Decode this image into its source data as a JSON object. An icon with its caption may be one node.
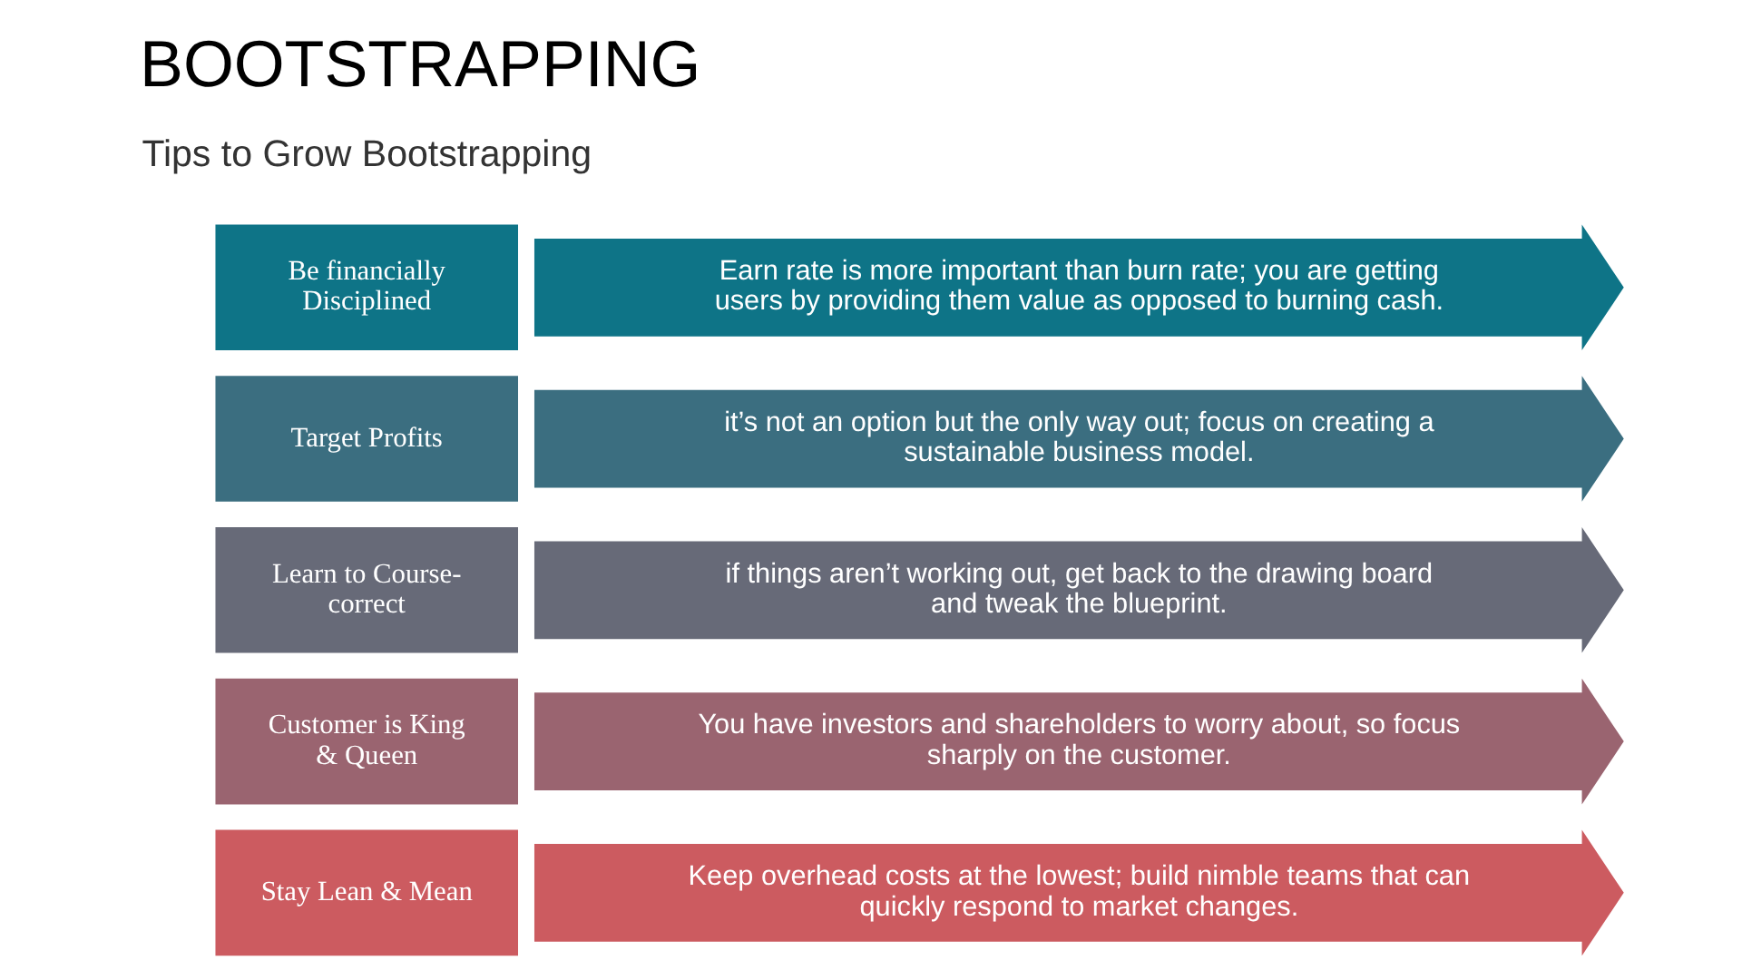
{
  "diagram": {
    "title": "BOOTSTRAPPING",
    "nodes": [
      {
        "text": [
          "Be financially Disciplined"
        ]
      },
      {
        "text": [
          "Earn rate is more important than burn rate; you are getting users by providing them value as opposed to burning cash."
        ]
      },
      {
        "text": [
          "Target Profits"
        ]
      },
      {
        "text": [
          "it’s not an option but the only way out; focus on creating a sustainable business model."
        ]
      },
      {
        "text": [
          "Learn to Course-correct"
        ]
      },
      {
        "text": [
          "if things aren’t working out, get back to the drawing board and tweak the blueprint."
        ]
      },
      {
        "text": [
          "Customer is King & Queen"
        ]
      },
      {
        "text": [
          "You have investors and shareholders to worry about, so focus sharply on the customer."
        ]
      },
      {
        "text": [
          "Stay Lean & Mean"
        ]
      },
      {
        "text": [
          "Keep overhead costs at the lowest; build nimble teams that can quickly respond to market changes."
        ]
      }
    ],
    "edges": [],
    "labels": [
      "Tips to Grow Bootstrapping"
    ]
  }
}
